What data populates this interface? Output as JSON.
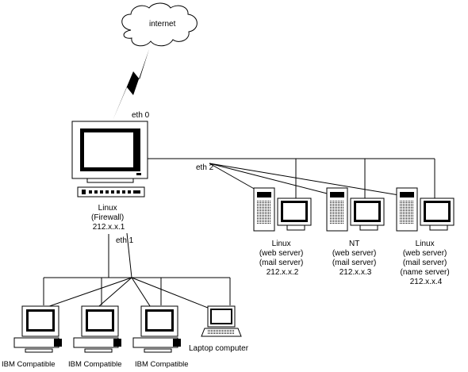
{
  "internet": {
    "label": "internet"
  },
  "firewall": {
    "iface_top": "eth 0",
    "iface_right": "eth 2",
    "iface_bottom": "eth 1",
    "lines": [
      "Linux",
      "(Firewall)",
      "212.x.x.1"
    ]
  },
  "servers": [
    {
      "lines": [
        "Linux",
        "(web server)",
        "(mail server)",
        "212.x.x.2"
      ]
    },
    {
      "lines": [
        "NT",
        "(web server)",
        "(mail server)",
        "212.x.x.3"
      ]
    },
    {
      "lines": [
        "Linux",
        "(web server)",
        "(mail server)",
        "(name server)",
        "212.x.x.4"
      ]
    }
  ],
  "clients": [
    {
      "label": "IBM Compatible"
    },
    {
      "label": "IBM Compatible"
    },
    {
      "label": "IBM Compatible"
    },
    {
      "label": "Laptop computer"
    }
  ]
}
